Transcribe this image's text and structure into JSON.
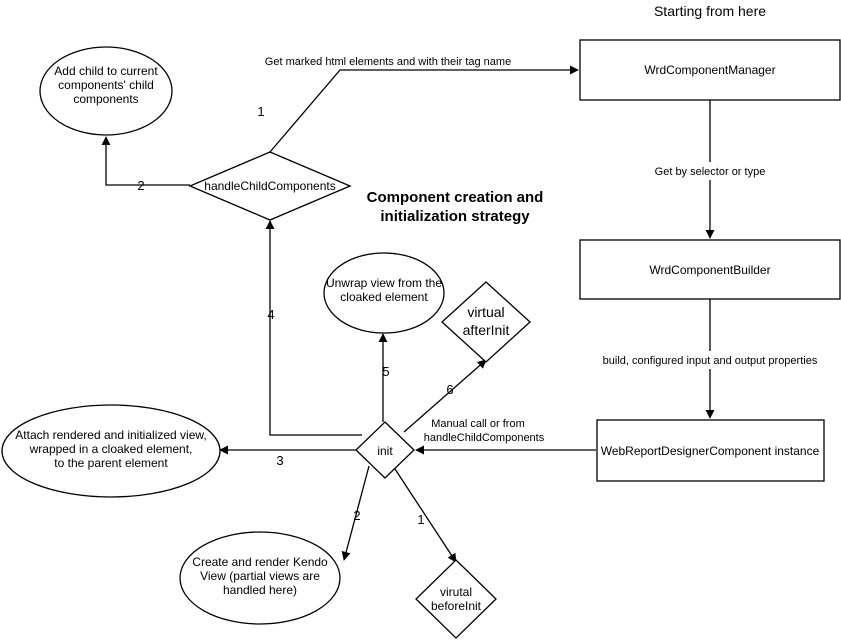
{
  "header": {
    "starting_note": "Starting from here",
    "title_line1": "Component creation and",
    "title_line2": "initialization strategy"
  },
  "nodes": {
    "manager": "WrdComponentManager",
    "builder": "WrdComponentBuilder",
    "instance": "WebReportDesignerComponent instance",
    "init": "init",
    "handle_child": "handleChildComponents",
    "add_child": [
      "Add child to current",
      "components' child",
      "components"
    ],
    "unwrap": [
      "Unwrap view from the",
      "cloaked element"
    ],
    "after_init": [
      "virtual",
      "afterInit"
    ],
    "before_init": [
      "virutal",
      "beforeInit"
    ],
    "attach": [
      "Attach rendered and initialized view,",
      "wrapped in a cloaked element,",
      "to the parent element"
    ],
    "create": [
      "Create and render Kendo",
      "View (partial views are",
      "handled here)"
    ]
  },
  "edge_labels": {
    "get_marked": "Get marked html elements and with their tag name",
    "get_by_selector": "Get by selector or type",
    "build": "build, configured input and output properties",
    "manual_call": [
      "Manual call or from",
      "handleChildComponents"
    ],
    "step_hc_1": "1",
    "step_hc_2": "2",
    "step_init_1": "1",
    "step_init_2": "2",
    "step_init_3": "3",
    "step_init_4": "4",
    "step_init_5": "5",
    "step_init_6": "6"
  }
}
